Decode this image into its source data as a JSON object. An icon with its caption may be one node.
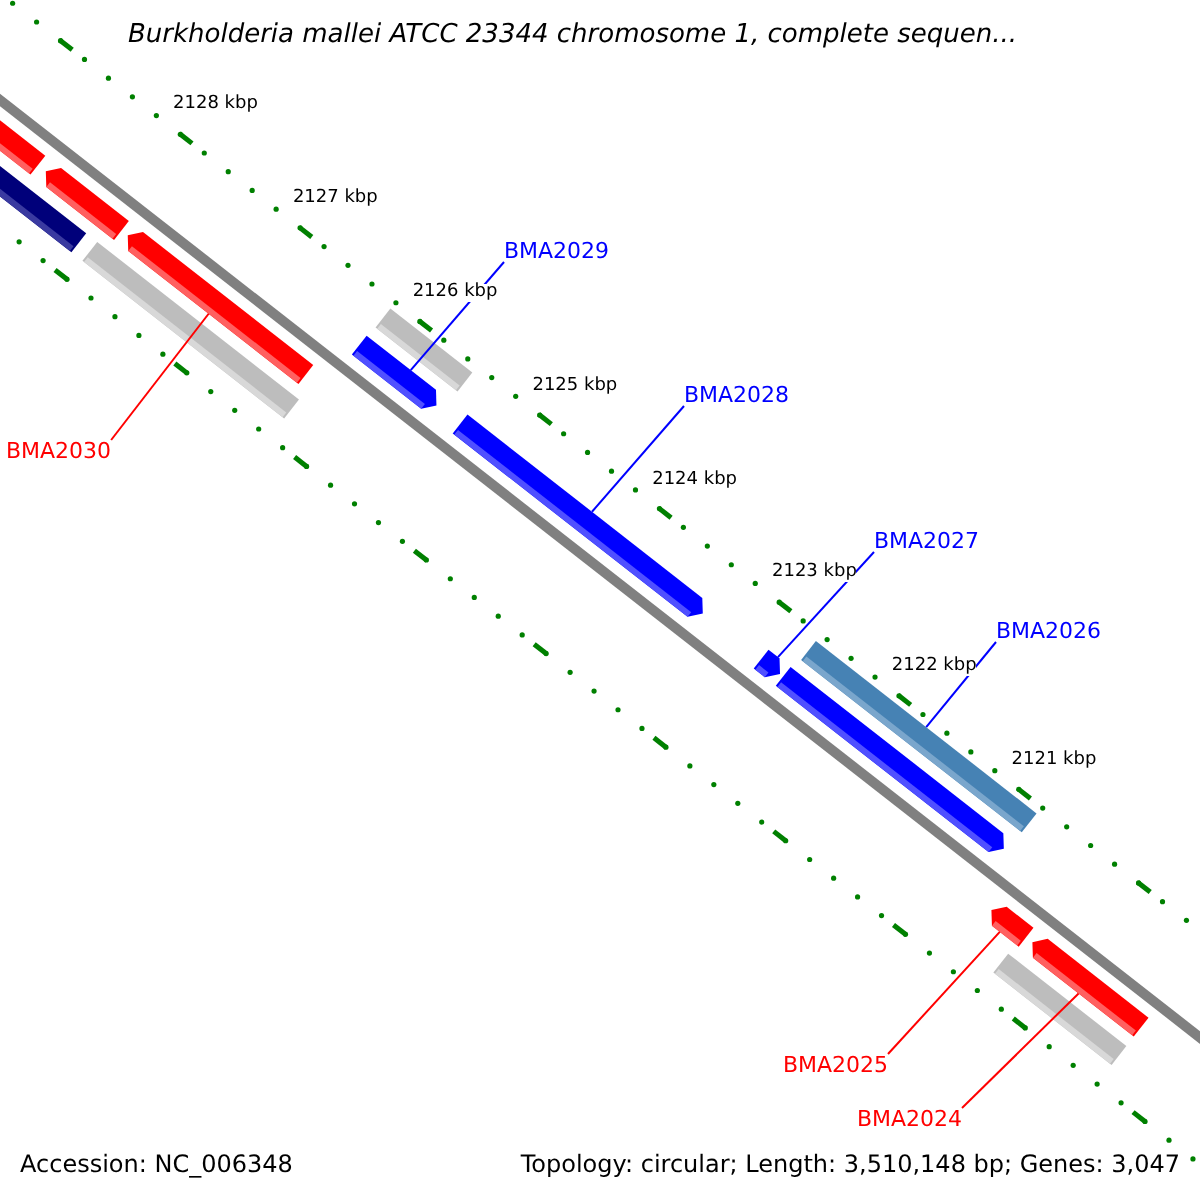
{
  "diagram": {
    "title": "Burkholderia mallei ATCC 23344 chromosome 1, complete sequen...",
    "nodes": [
      {
        "text": [
          "BMA2029"
        ]
      },
      {
        "text": [],
        "shape": "bar"
      },
      {
        "text": [
          "BMA2028"
        ]
      },
      {
        "text": [],
        "shape": "bar"
      },
      {
        "text": [
          "BMA2030"
        ]
      },
      {
        "text": [],
        "shape": "bar"
      },
      {
        "text": [
          "BMA2027"
        ]
      },
      {
        "text": [],
        "shape": "bar"
      },
      {
        "text": [
          "BMA2026"
        ]
      },
      {
        "text": [],
        "shape": "bar"
      },
      {
        "text": [
          "BMA2025"
        ]
      },
      {
        "text": [],
        "shape": "bar"
      },
      {
        "text": [
          "BMA2024"
        ]
      },
      {
        "text": [],
        "shape": "bar"
      }
    ],
    "edges": [
      {
        "from": 0,
        "to": 1,
        "arrow": "none"
      },
      {
        "from": 2,
        "to": 3,
        "arrow": "none"
      },
      {
        "from": 4,
        "to": 5,
        "arrow": "none",
        "color": "#ff0000"
      },
      {
        "from": 6,
        "to": 7,
        "arrow": "none"
      },
      {
        "from": 8,
        "to": 9,
        "arrow": "none"
      },
      {
        "from": 10,
        "to": 11,
        "arrow": "none",
        "color": "#ff0000"
      },
      {
        "from": 12,
        "to": 13,
        "arrow": "none",
        "color": "#ff0000"
      }
    ],
    "labels": [
      "2128 kbp",
      "2127 kbp",
      "2126 kbp",
      "2125 kbp",
      "2124 kbp",
      "2123 kbp",
      "2122 kbp",
      "2121 kbp",
      "Accession: NC_006348",
      "Topology: circular; Length: 3,510,148 bp; Genes: 3,047"
    ]
  }
}
